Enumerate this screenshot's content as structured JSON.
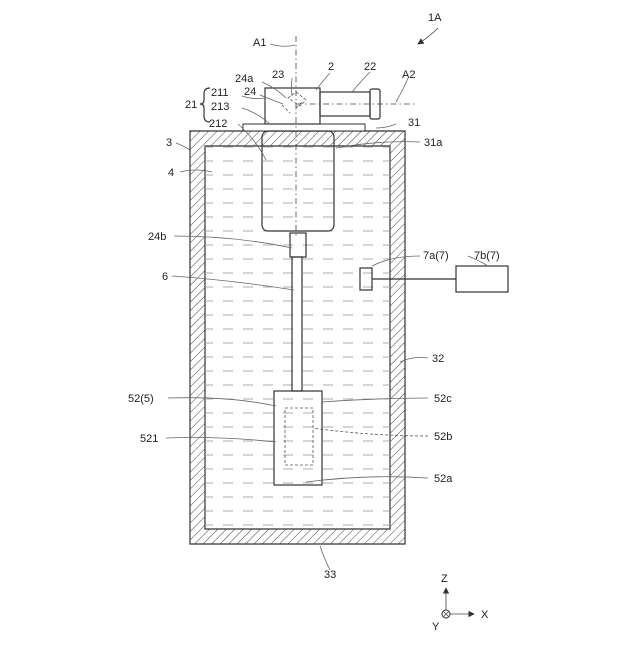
{
  "figure": {
    "label": "1A",
    "parts": {
      "A1": "A1",
      "A2": "A2",
      "p2": "2",
      "p22": "22",
      "p23": "23",
      "p24a": "24a",
      "p24": "24",
      "p21": "21",
      "p211": "211",
      "p213": "213",
      "p212": "212",
      "p3": "3",
      "p31": "31",
      "p31a": "31a",
      "p4": "4",
      "p24b": "24b",
      "p6": "6",
      "p7a": "7a(7)",
      "p7b": "7b(7)",
      "p32": "32",
      "p52_5": "52(5)",
      "p52c": "52c",
      "p521": "521",
      "p52b": "52b",
      "p52a": "52a",
      "p33": "33"
    },
    "axes": {
      "z": "Z",
      "x": "X",
      "y": "Y"
    }
  }
}
